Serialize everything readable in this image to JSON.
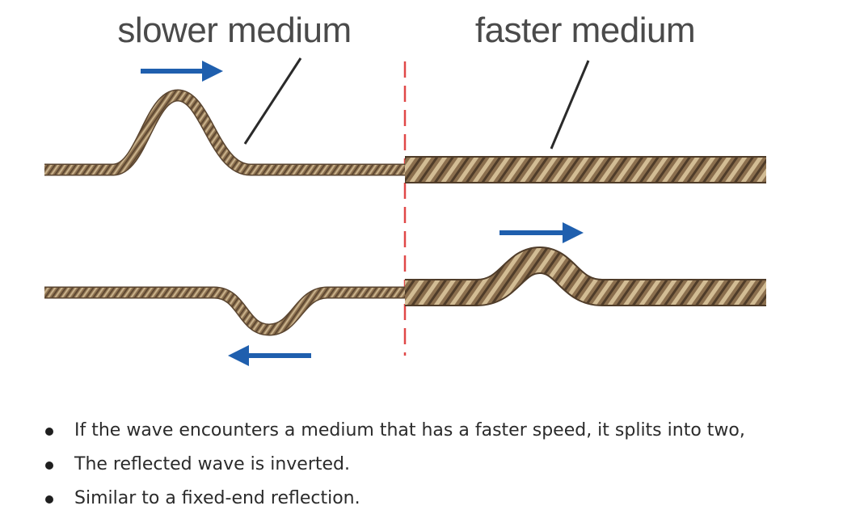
{
  "diagram": {
    "labels": {
      "slower": "slower medium",
      "faster": "faster medium"
    },
    "colors": {
      "arrow": "#1f5fae",
      "rope": "#8b6f4e",
      "rope_dark": "#5a4530",
      "rope_light": "#c7b08a",
      "boundary": "#e04848",
      "pointer": "#2a2a2a"
    }
  },
  "bullets": [
    "If the wave encounters a medium that has a faster speed, it splits into two,",
    "The reflected wave is inverted.",
    "Similar to a fixed-end reflection."
  ]
}
